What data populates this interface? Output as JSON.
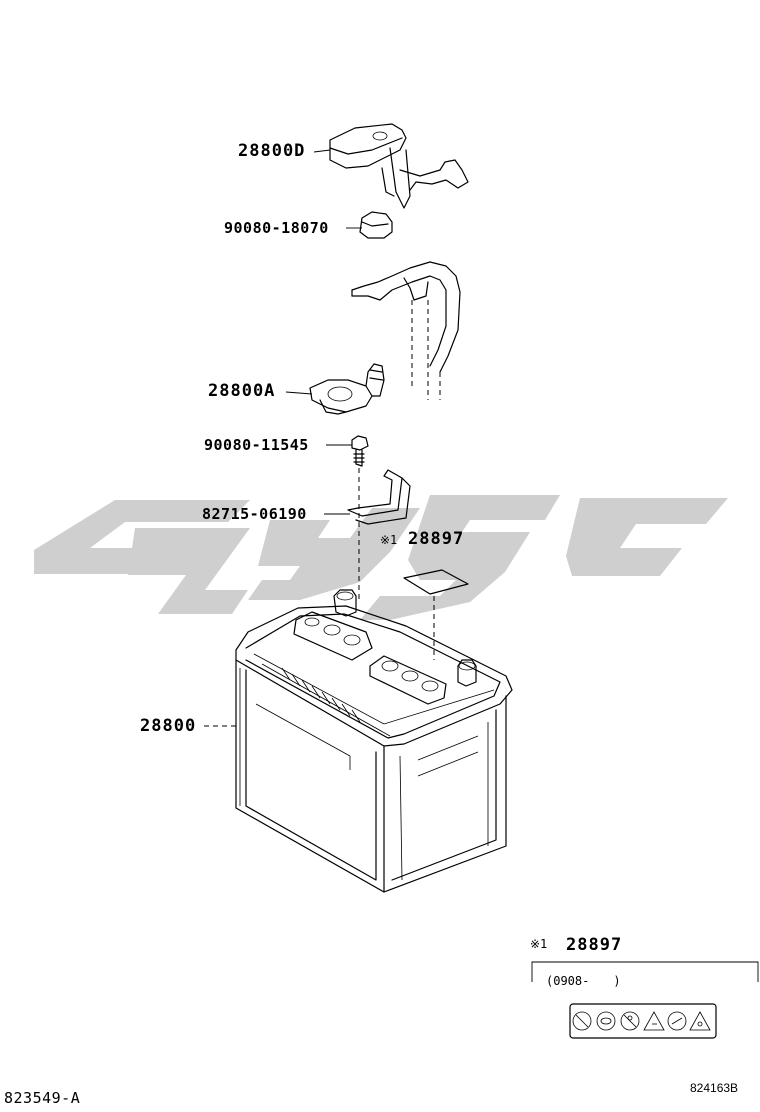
{
  "parts": {
    "cover": "28800D",
    "nut": "90080-18070",
    "terminal": "28800A",
    "bolt": "90080-11545",
    "clamp": "82715-06190",
    "label_ref": "28897",
    "battery": "28800"
  },
  "label_marker": "※1",
  "legend": {
    "marker": "※1",
    "part": "28897",
    "date_range": "(0908-　　)",
    "icon_names": [
      "no-smoking-icon",
      "eye-protection-icon",
      "keep-away-children-icon",
      "acid-warning-icon",
      "read-manual-icon",
      "explosion-warning-icon"
    ]
  },
  "footer": {
    "left_code": "823549-A",
    "right_code": "824163B"
  },
  "colors": {
    "line": "#000000",
    "watermark": "#cfcfcf"
  }
}
